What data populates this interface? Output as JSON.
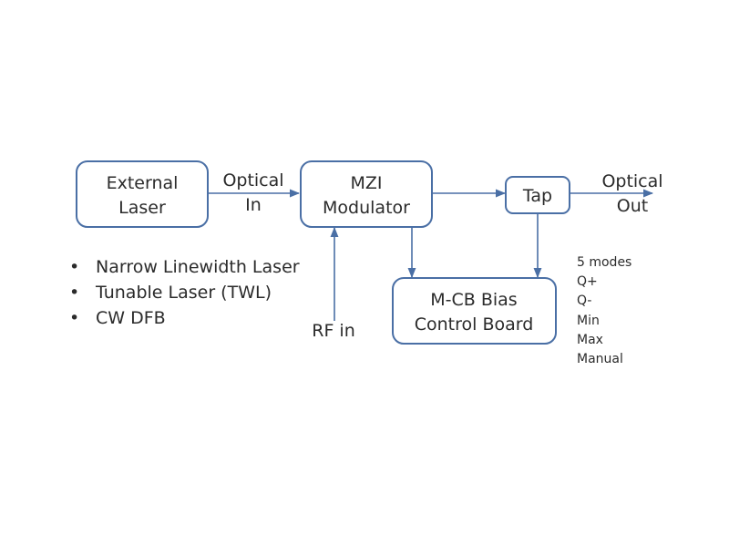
{
  "blocks": {
    "laser": {
      "line1": "External",
      "line2": "Laser"
    },
    "mzi": {
      "line1": "MZI",
      "line2": "Modulator"
    },
    "tap": {
      "label": "Tap"
    },
    "mcb": {
      "line1": "M-CB Bias",
      "line2": "Control Board"
    }
  },
  "labels": {
    "optical_in": {
      "line1": "Optical",
      "line2": "In"
    },
    "optical_out": {
      "line1": "Optical",
      "line2": "Out"
    },
    "rf_in": "RF in"
  },
  "laser_types": [
    "Narrow Linewidth Laser",
    "Tunable Laser (TWL)",
    "CW DFB"
  ],
  "bullet_glyph": "•",
  "modes": {
    "title": "5 modes",
    "items": [
      "Q+",
      "Q-",
      "Min",
      "Max",
      "Manual"
    ]
  },
  "colors": {
    "stroke": "#4a6fa5",
    "text": "#2b2b2b"
  }
}
